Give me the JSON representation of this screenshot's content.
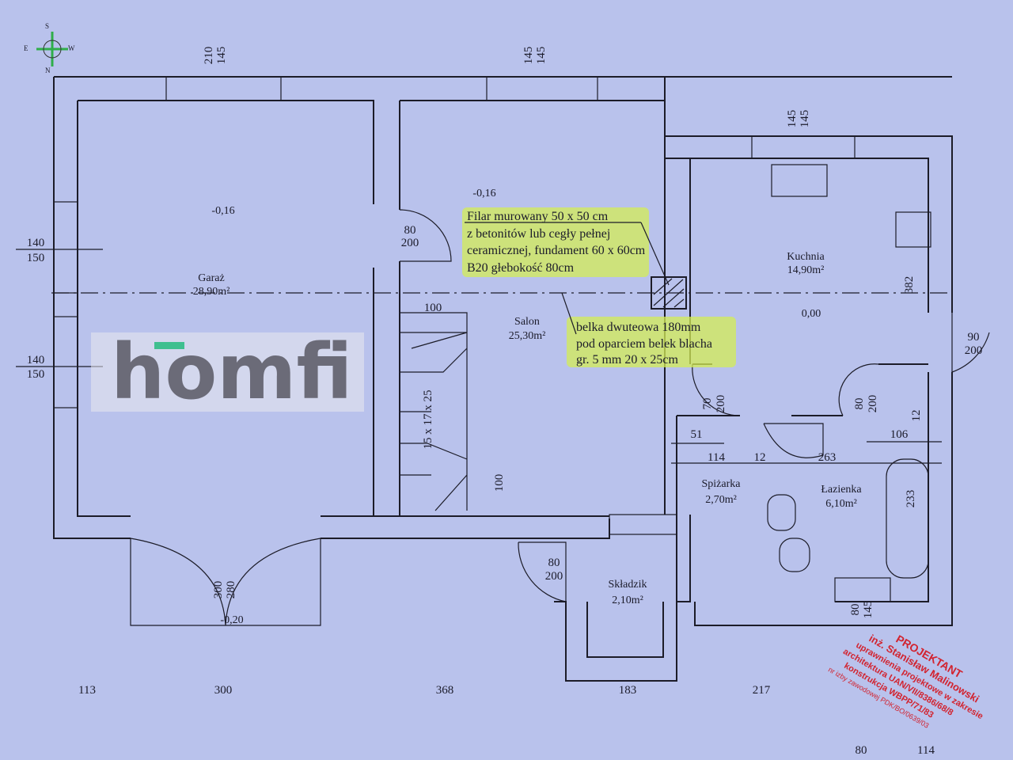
{
  "compass": {
    "n": "N",
    "s": "S",
    "e": "E",
    "w": "W"
  },
  "rooms": [
    {
      "name": "Garaż",
      "area": "28,90m²",
      "level": "-0,16"
    },
    {
      "name": "Salon",
      "area": "25,30m²",
      "level": "-0,16"
    },
    {
      "name": "Kuchnia",
      "area": "14,90m²",
      "level": "0,00"
    },
    {
      "name": "Spiżarka",
      "area": "2,70m²"
    },
    {
      "name": "Łazienka",
      "area": "6,10m²"
    },
    {
      "name": "Składzik",
      "area": "2,10m²"
    }
  ],
  "levels": {
    "garage_door": "-0,20"
  },
  "windows": [
    {
      "top": "210",
      "bottom": "145"
    },
    {
      "top": "145",
      "bottom": "145"
    },
    {
      "top": "145",
      "bottom": "145"
    },
    {
      "top": "140",
      "bottom": "150"
    },
    {
      "top": "140",
      "bottom": "150"
    },
    {
      "top": "80",
      "bottom": "145"
    }
  ],
  "doors": [
    {
      "top": "80",
      "bottom": "200"
    },
    {
      "top": "90",
      "bottom": "200"
    },
    {
      "top": "70",
      "bottom": "200"
    },
    {
      "top": "80",
      "bottom": "200"
    },
    {
      "top": "80",
      "bottom": "200"
    },
    {
      "top": "300",
      "bottom": "280"
    }
  ],
  "inner_dims": [
    "100",
    "100",
    "15 x 17 x 25",
    "51",
    "114",
    "12",
    "263",
    "106",
    "12",
    "233",
    "382"
  ],
  "bottom_dims": [
    "113",
    "300",
    "368",
    "183",
    "217",
    "80",
    "114"
  ],
  "notes": {
    "pillar": [
      "Filar murowany 50 x 50 cm",
      "z betonitów lub cegły pełnej",
      "ceramicznej, fundament 60 x 60cm",
      "B20 głebokość 80cm"
    ],
    "beam": [
      "belka dwuteowa 180mm",
      "pod oparciem belek blacha",
      "gr. 5 mm 20 x 25cm"
    ]
  },
  "stamp": [
    "PROJEKTANT",
    "inż. Stanisław Malinowski",
    "uprawnienia projektowe w zakresie",
    "architektura UAN/VII/8386/68/8",
    "konstrukcja WBPP/71/83",
    "nr izby zawodowej PDK/BO/0639/03"
  ],
  "watermark": "homfi",
  "colors": {
    "paper": "#b9c2ec",
    "lines": "#1c1c28",
    "highlight": "#d4ec55",
    "stamp": "#d2232f",
    "compass": "#2fae4a"
  }
}
